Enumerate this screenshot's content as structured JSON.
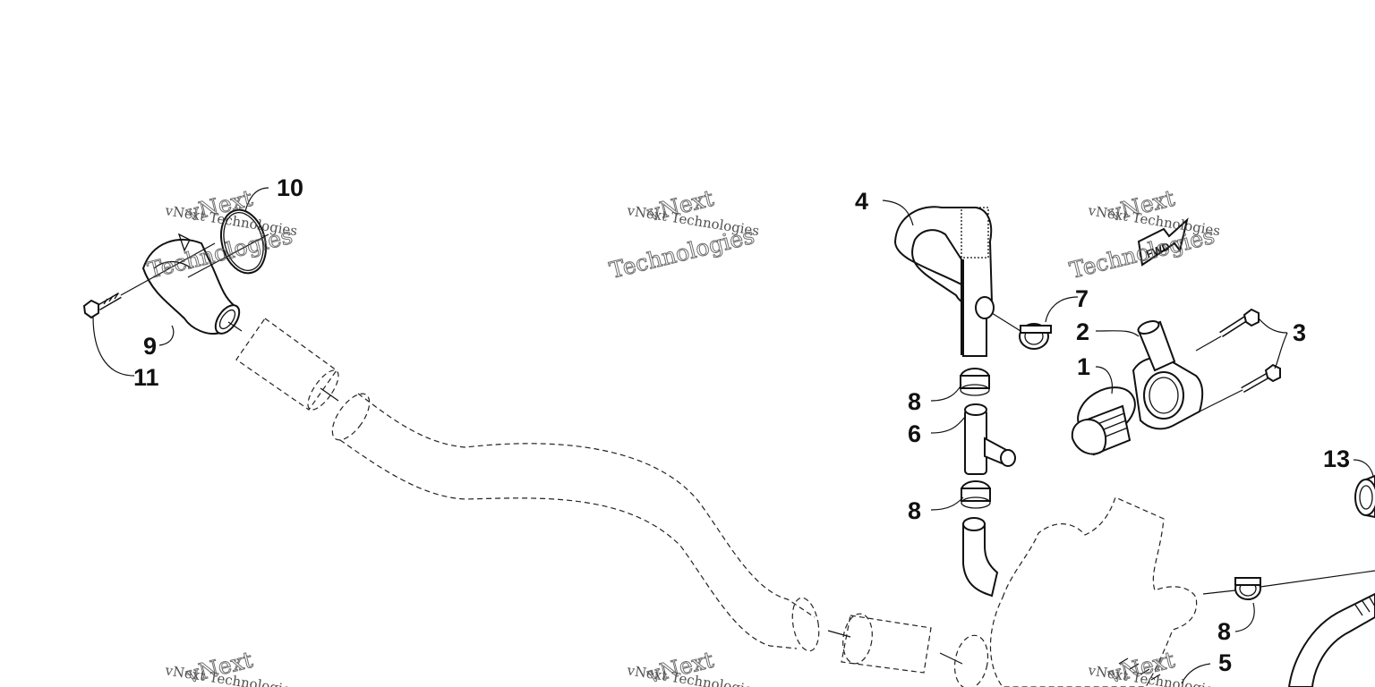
{
  "labels": {
    "p1": "1",
    "p2": "2",
    "p3": "3",
    "p4": "4",
    "p5": "5",
    "p6": "6",
    "p7": "7",
    "p8a": "8",
    "p8b": "8",
    "p8c": "8",
    "p9": "9",
    "p10": "10",
    "p11": "11",
    "p13": "13"
  },
  "fwd_badge": "FWD",
  "watermark": {
    "line1": "vNext Technologies",
    "big_top": "vNext",
    "big_bottom": "Technologies"
  }
}
